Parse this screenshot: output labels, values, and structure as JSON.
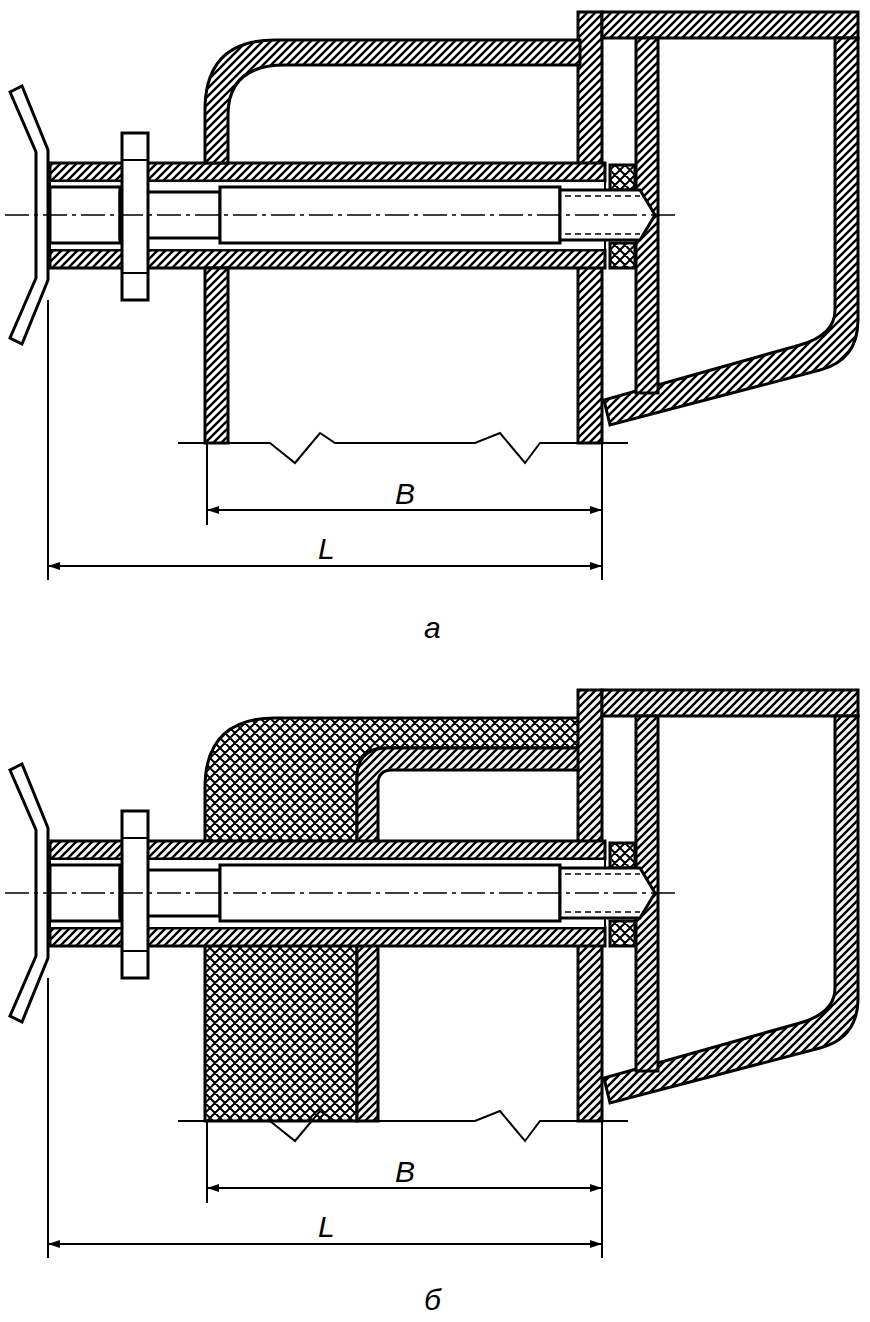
{
  "diagram": {
    "labels": [
      "B",
      "L",
      "а",
      "B",
      "L",
      "б"
    ]
  }
}
